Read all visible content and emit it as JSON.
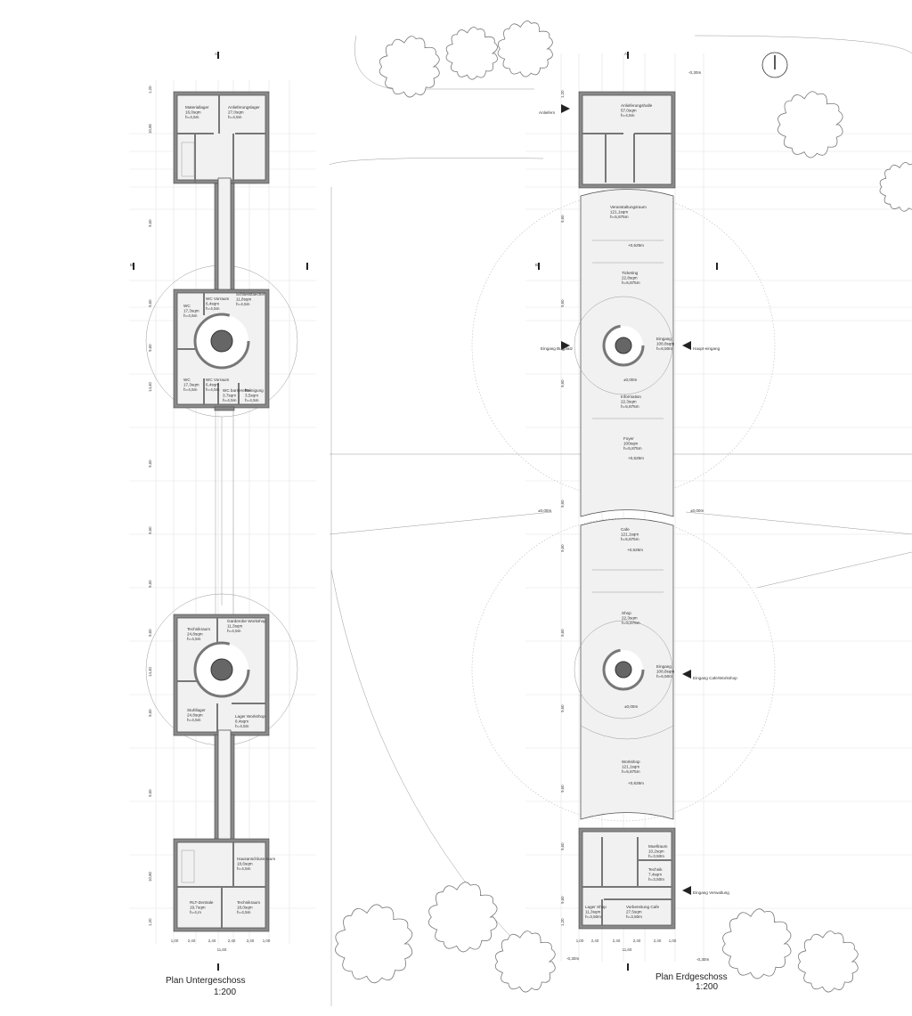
{
  "untergeschoss": {
    "title": "Plan Untergeschoss",
    "scale": "1:200",
    "rooms": [
      {
        "name": "Materiallager",
        "area": "16,0sqm",
        "height": "h=4,5m"
      },
      {
        "name": "Anlieferungslager",
        "area": "27,0sqm",
        "height": "h=4,5m"
      },
      {
        "name": "WC",
        "area": "17,3sqm",
        "height": "h=4,5m"
      },
      {
        "name": "WC Vorraum",
        "area": "6,4sqm",
        "height": "h=4,5m"
      },
      {
        "name": "Schliessfaecher",
        "area": "11,8sqm",
        "height": "h=4,5m"
      },
      {
        "name": "WC",
        "area": "17,3sqm",
        "height": "h=4,5m"
      },
      {
        "name": "WC Vorraum",
        "area": "6,4sqm",
        "height": "h=4,5m"
      },
      {
        "name": "WC barrierefrei",
        "area": "3,7sqm",
        "height": "h=4,5m"
      },
      {
        "name": "Reinigung",
        "area": "3,5sqm",
        "height": "h=4,5m"
      },
      {
        "name": "Technikraum",
        "area": "24,8sqm",
        "height": "h=4,5m"
      },
      {
        "name": "Garderobe Workshop",
        "area": "11,3sqm",
        "height": "h=4,5m"
      },
      {
        "name": "Stuhllager",
        "area": "24,8sqm",
        "height": "h=4,5m"
      },
      {
        "name": "Lager Workshop",
        "area": "8,4sqm",
        "height": "h=4,5m"
      },
      {
        "name": "Hausanschluss-raum",
        "area": "18,6sqm",
        "height": "h=4,5m"
      },
      {
        "name": "RLT-Zentrale",
        "area": "19,7sqm",
        "height": "h=4,m"
      },
      {
        "name": "Technikraum",
        "area": "18,0sqm",
        "height": "h=4,5m"
      }
    ],
    "vertical_dims": [
      "1,20",
      "10,80",
      "9,60",
      "9,60",
      "9,60",
      "14,40",
      "9,60",
      "9,60",
      "9,60",
      "9,60",
      "14,40",
      "9,60",
      "9,60",
      "10,80",
      "1,20"
    ],
    "bottom_dims": [
      "1,00",
      "2,40",
      "2,40",
      "2,40",
      "2,40",
      "1,00"
    ],
    "total_width": "11,60"
  },
  "erdgeschoss": {
    "title": "Plan Erdgeschoss",
    "scale": "1:200",
    "rooms": [
      {
        "name": "Anlieferungshalle",
        "area": "57,0sqm",
        "height": "h=4,5m"
      },
      {
        "name": "Veranstaltungsraum",
        "area": "121,1sqm",
        "height": "h=5,875m"
      },
      {
        "name": "Ticketing",
        "area": "22,8sqm",
        "height": "h=5,875m"
      },
      {
        "name": "Eingang",
        "area": "108,8sqm",
        "height": "h=6,50m"
      },
      {
        "name": "Information",
        "area": "22,3sqm",
        "height": "h=5,875m"
      },
      {
        "name": "Foyer",
        "area": "100sqm",
        "height": "h=5,875m"
      },
      {
        "name": "Cafe",
        "area": "121,1sqm",
        "height": "h=5,875m"
      },
      {
        "name": "Shop",
        "area": "22,3sqm",
        "height": "h=5,875m"
      },
      {
        "name": "Eingang",
        "area": "108,8sqm",
        "height": "h=6,50m"
      },
      {
        "name": "Workshop",
        "area": "121,1sqm",
        "height": "h=5,875m"
      },
      {
        "name": "Muellraum",
        "area": "10,2sqm",
        "height": "h=3,50m"
      },
      {
        "name": "Technik",
        "area": "7,4sqm",
        "height": "h=3,50m"
      },
      {
        "name": "Lager Shop",
        "area": "11,3sqm",
        "height": "h=3,50m"
      },
      {
        "name": "Vorbereitung Cafe",
        "area": "27,5sqm",
        "height": "h=3,50m"
      }
    ],
    "levels": [
      "+0,625m",
      "±0,00m",
      "+0,625m",
      "+0,625m",
      "±0,00m",
      "+0,625m",
      "±0,00m",
      "±0,00m",
      "-0,30m",
      "-0,30m",
      "-0,30m"
    ],
    "entrances": [
      "Anliefern",
      "Eingang Bugplatz",
      "Haupt-eingang",
      "Eingang Cafe/Workshop",
      "Eingang Verwaltung"
    ],
    "vertical_dims": [
      "1,20",
      "9,60",
      "9,60",
      "9,60",
      "9,60",
      "9,60",
      "9,60",
      "9,60",
      "9,60",
      "9,60",
      "9,60",
      "1,20"
    ],
    "bottom_dims": [
      "1,00",
      "2,40",
      "2,40",
      "2,40",
      "2,40",
      "1,00"
    ],
    "total_width": "11,60"
  },
  "section_marks": [
    "A",
    "B",
    "A",
    "B"
  ]
}
